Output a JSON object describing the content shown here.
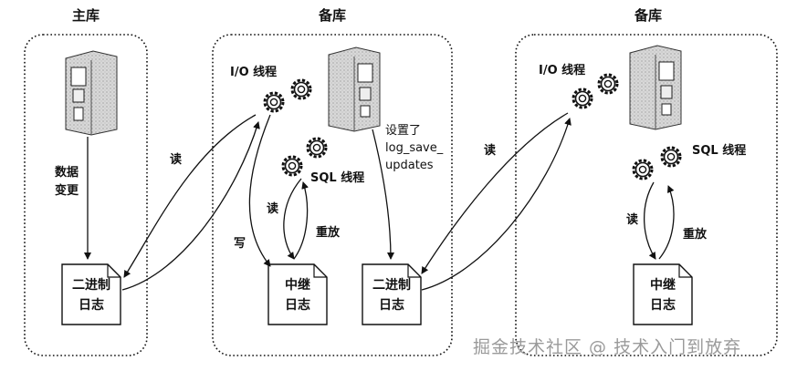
{
  "columns": [
    {
      "title": "主库"
    },
    {
      "title": "备库"
    },
    {
      "title": "备库"
    }
  ],
  "master": {
    "change_label_line1": "数据",
    "change_label_line2": "变更",
    "binlog_line1": "二进制",
    "binlog_line2": "日志"
  },
  "slave1": {
    "io_thread": "I/O 线程",
    "sql_thread": "SQL 线程",
    "read_from_master": "读",
    "write_label": "写",
    "read_relay": "读",
    "replay_label": "重放",
    "setting_line1": "设置了",
    "setting_line2": "log_save_",
    "setting_line3": "updates",
    "relay_line1": "中继",
    "relay_line2": "日志",
    "binlog_line1": "二进制",
    "binlog_line2": "日志"
  },
  "slave2": {
    "io_thread": "I/O 线程",
    "sql_thread": "SQL 线程",
    "read_from_slave1": "读",
    "read_relay": "读",
    "replay_label": "重放",
    "relay_line1": "中继",
    "relay_line2": "日志"
  },
  "watermark": "掘金技术社区 @ 技术入门到放弃"
}
